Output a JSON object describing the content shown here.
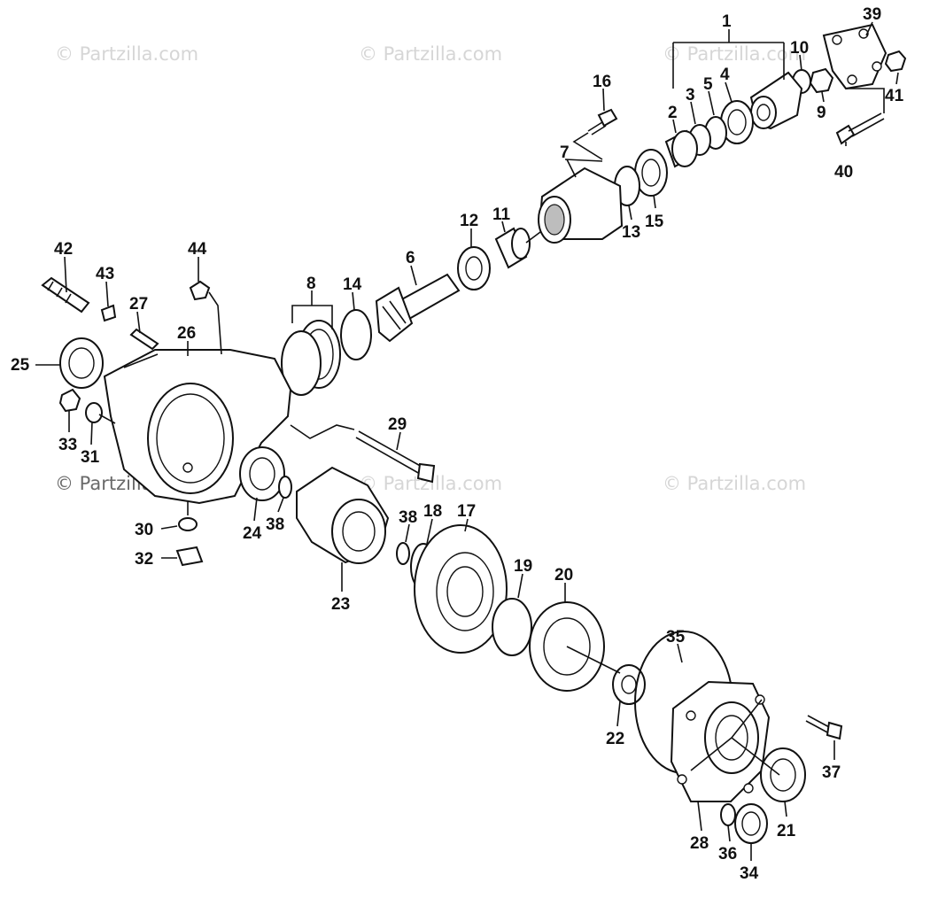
{
  "watermarks": {
    "light": "© Partzilla.com",
    "dark": "© Partzilla.com"
  },
  "callouts": {
    "c1": "1",
    "c2": "2",
    "c3": "3",
    "c4": "4",
    "c5": "5",
    "c6": "6",
    "c7": "7",
    "c8": "8",
    "c9": "9",
    "c10": "10",
    "c11": "11",
    "c12": "12",
    "c13": "13",
    "c14": "14",
    "c15": "15",
    "c16": "16",
    "c17": "17",
    "c18": "18",
    "c19": "19",
    "c20": "20",
    "c21": "21",
    "c22": "22",
    "c23": "23",
    "c24": "24",
    "c25": "25",
    "c26": "26",
    "c27": "27",
    "c28": "28",
    "c29": "29",
    "c30": "30",
    "c31": "31",
    "c32": "32",
    "c33": "33",
    "c34": "34",
    "c35": "35",
    "c36": "36",
    "c37": "37",
    "c38a": "38",
    "c38b": "38",
    "c39": "39",
    "c40": "40",
    "c41": "41",
    "c42": "42",
    "c43": "43",
    "c44": "44"
  },
  "colors": {
    "ink": "#111111",
    "watermark": "#d6d6d6",
    "background": "#ffffff"
  }
}
